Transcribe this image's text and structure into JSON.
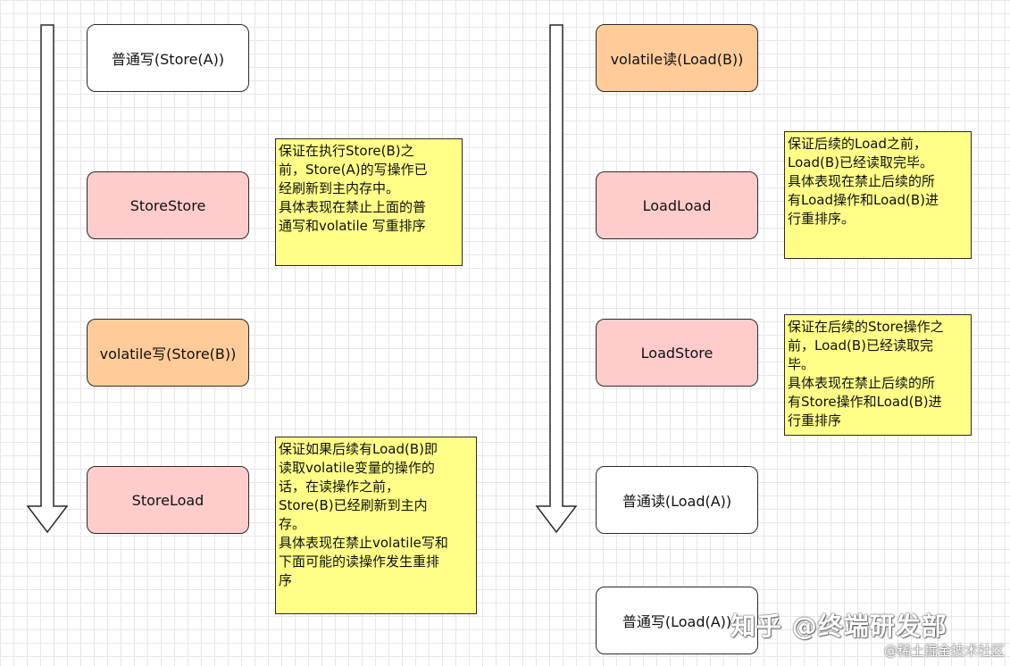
{
  "colors": {
    "white_box": "#ffffff",
    "pink_box": "#ffcccc",
    "orange_box": "#ffcc99",
    "note": "#ffff88",
    "border": "#2b2b2b"
  },
  "left_column": {
    "boxes": [
      {
        "label": "普通写(Store(A))",
        "style": "white"
      },
      {
        "label": "StoreStore",
        "style": "pink"
      },
      {
        "label": "volatile写(Store(B))",
        "style": "orange"
      },
      {
        "label": "StoreLoad",
        "style": "pink"
      }
    ],
    "notes": [
      {
        "text": "保证在执行Store(B)之\n前，Store(A)的写操作已\n经刷新到主内存中。\n具体表现在禁止上面的普\n通写和volatile 写重排序"
      },
      {
        "text": "保证如果后续有Load(B)即\n读取volatile变量的操作的\n话，在读操作之前，\nStore(B)已经刷新到主内\n存。\n具体表现在禁止volatile写和\n下面可能的读操作发生重排\n序"
      }
    ]
  },
  "right_column": {
    "boxes": [
      {
        "label": "volatile读(Load(B))",
        "style": "orange"
      },
      {
        "label": "LoadLoad",
        "style": "pink"
      },
      {
        "label": "LoadStore",
        "style": "pink"
      },
      {
        "label": "普通读(Load(A))",
        "style": "white"
      },
      {
        "label": "普通写(Load(A))",
        "style": "white"
      }
    ],
    "notes": [
      {
        "text": "保证后续的Load之前，\nLoad(B)已经读取完毕。\n具体表现在禁止后续的所\n有Load操作和Load(B)进\n行重排序。"
      },
      {
        "text": "保证在后续的Store操作之\n前，Load(B)已经读取完\n毕。\n具体表现在禁止后续的所\n有Store操作和Load(B)进\n行重排序"
      }
    ]
  },
  "watermark": {
    "main": "知乎 @终端研发部",
    "sub": "@稀土掘金技术社区"
  }
}
